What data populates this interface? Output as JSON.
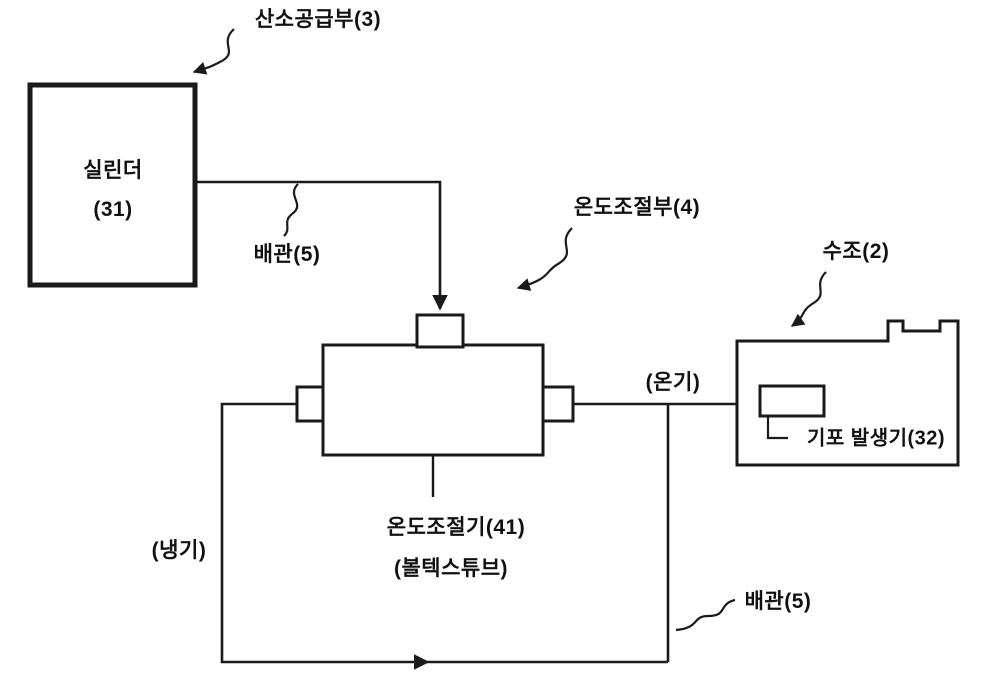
{
  "diagram": {
    "colors": {
      "line": "#1a1a1a",
      "background": "#ffffff"
    },
    "labels": {
      "oxygen_supply": "산소공급부(3)",
      "cylinder_line1": "실린더",
      "cylinder_line2": "(31)",
      "pipe_top": "배관(5)",
      "temp_control_part": "온도조절부(4)",
      "water_tank": "수조(2)",
      "warm_air": "(온기)",
      "bubble_generator": "기포 발생기(32)",
      "temp_controller": "온도조절기(41)",
      "vortex_tube": "(볼텍스튜브)",
      "cold_air": "(냉기)",
      "pipe_bottom": "배관(5)"
    }
  }
}
